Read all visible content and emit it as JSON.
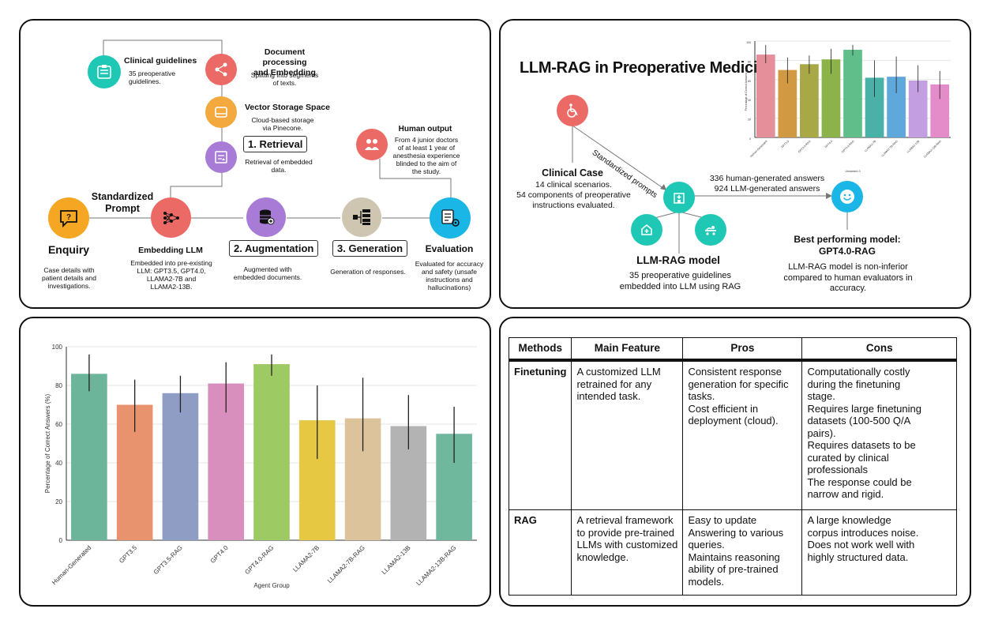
{
  "workflow": {
    "clinical_guidelines": {
      "title": "Clinical guidelines",
      "desc": "35 preoperative guidelines."
    },
    "doc_processing": {
      "title_l1": "Document processing",
      "title_l2": "and Embedding",
      "desc_l1": "Splitting into segments",
      "desc_l2": "of texts."
    },
    "vector_storage": {
      "title": "Vector Storage Space",
      "desc_l1": "Cloud-based storage",
      "desc_l2": "via Pinecone."
    },
    "retrieval": {
      "label": "1. Retrieval",
      "desc_l1": "Retrieval of embedded",
      "desc_l2": "data."
    },
    "human_output": {
      "title": "Human output",
      "desc_l1": "From 4 junior doctors",
      "desc_l2": "of at least 1 year of",
      "desc_l3": "anesthesia experience",
      "desc_l4": "blinded to the aim of",
      "desc_l5": "the study."
    },
    "standardized_prompt": {
      "l1": "Standardized",
      "l2": "Prompt"
    },
    "enquiry": {
      "title": "Enquiry",
      "desc_l1": "Case details with",
      "desc_l2": "patient details and",
      "desc_l3": "investigations."
    },
    "embedding_llm": {
      "title": "Embedding LLM",
      "desc_l1": "Embedded into pre-existing",
      "desc_l2": "LLM: GPT3.5, GPT4.0,",
      "desc_l3": "LLAMA2-7B and",
      "desc_l4": "LLAMA2-13B."
    },
    "augmentation": {
      "label": "2. Augmentation",
      "desc_l1": "Augmented with",
      "desc_l2": "embedded documents."
    },
    "generation": {
      "label": "3. Generation",
      "desc": "Generation of responses."
    },
    "evaluation": {
      "title": "Evaluation",
      "desc_l1": "Evaluated for accuracy",
      "desc_l2": "and safety (unsafe",
      "desc_l3": "instructions and",
      "desc_l4": "hallucinations)"
    }
  },
  "summary": {
    "title": "LLM-RAG in Preoperative Medicine",
    "arrow_label": "Standardized prompts",
    "clinical_case": {
      "title": "Clinical Case",
      "l1": "14 clinical scenarios.",
      "l2": "54 components of preoperative",
      "l3": "instructions evaluated."
    },
    "answers": {
      "l1": "336 human-generated answers",
      "l2": "924 LLM-generated answers"
    },
    "model": {
      "title": "LLM-RAG model",
      "l1": "35 preoperative guidelines",
      "l2": "embedded into LLM using RAG"
    },
    "best": {
      "title_l1": "Best performing model:",
      "title_l2": "GPT4.0-RAG",
      "l1": "LLM-RAG model is non-inferior",
      "l2": "compared to human evaluators in",
      "l3": "accuracy."
    },
    "mini_chart_ylabel": "Percentage of Correct Answers (%)",
    "mini_chart_xlabel": "Unnamed: 0"
  },
  "chart_data": {
    "type": "bar",
    "categories": [
      "Human-Generated",
      "GPT3.5",
      "GPT3.5-RAG",
      "GPT4.0",
      "GPT4.0-RAG",
      "LLAMA2-7B",
      "LLAMA2-7B-RAG",
      "LLAMA2-13B",
      "LLAMA2-13B-RAG"
    ],
    "values": [
      86,
      70,
      76,
      81,
      91,
      62,
      63,
      59,
      55
    ],
    "error_low": [
      77,
      56,
      66,
      66,
      85,
      42,
      46,
      47,
      40
    ],
    "error_high": [
      96,
      83,
      85,
      92,
      96,
      80,
      84,
      75,
      69
    ],
    "colors": [
      "#6db59a",
      "#e8936e",
      "#8f9cc4",
      "#d98fbe",
      "#9dca62",
      "#e6c842",
      "#dcc39c",
      "#b3b3b3",
      "#6fb89d"
    ],
    "mini_colors": [
      "#e58f9a",
      "#d19a42",
      "#a8a846",
      "#8cb24a",
      "#5fbe8a",
      "#4ab1a8",
      "#5fa8dc",
      "#c39ee0",
      "#e48bca"
    ],
    "ylabel": "Percentage of Correct Answers (%)",
    "xlabel": "Agent Group",
    "yticks": [
      0,
      20,
      40,
      60,
      80,
      100
    ],
    "ylim": [
      0,
      100
    ],
    "grid": true
  },
  "table": {
    "headers": [
      "Methods",
      "Main Feature",
      "Pros",
      "Cons"
    ],
    "rows": [
      {
        "method": "Finetuning",
        "feature": [
          "A customized LLM",
          "retrained for any",
          "intended task."
        ],
        "pros": [
          "Consistent response",
          "generation for specific",
          "tasks.",
          "Cost efficient in",
          "deployment (cloud)."
        ],
        "cons": [
          "Computationally costly",
          "during the finetuning",
          "stage.",
          "Requires large finetuning",
          "datasets (100-500 Q/A",
          "pairs).",
          "Requires datasets to be",
          "curated by clinical",
          "professionals",
          "The response could be",
          "narrow and rigid."
        ]
      },
      {
        "method": "RAG",
        "feature": [
          "A retrieval framework",
          "to provide pre-trained",
          "LLMs with customized",
          "knowledge."
        ],
        "pros": [
          "Easy to update",
          "Answering to various",
          "queries.",
          "Maintains reasoning",
          "ability of pre-trained",
          "models."
        ],
        "cons": [
          "A large knowledge",
          "corpus introduces noise.",
          "Does not work well with",
          "highly structured data."
        ]
      }
    ]
  }
}
